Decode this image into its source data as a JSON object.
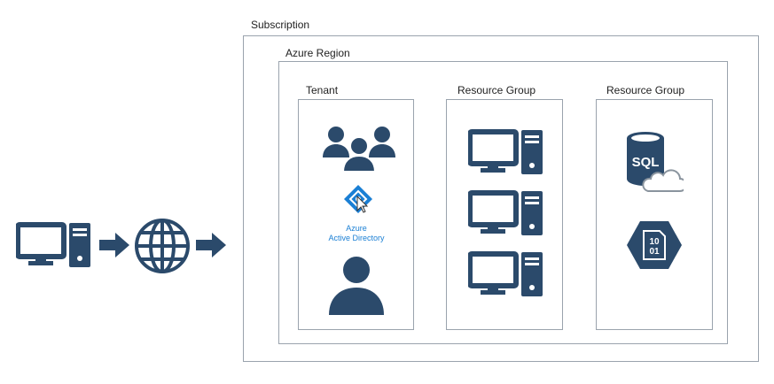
{
  "diagram": {
    "subscription_label": "Subscription",
    "region_label": "Azure Region",
    "tenant": {
      "label": "Tenant",
      "ad_line1": "Azure",
      "ad_line2": "Active Directory"
    },
    "resource_groups": [
      {
        "label": "Resource Group"
      },
      {
        "label": "Resource Group"
      }
    ],
    "sql_icon_text": "SQL",
    "binary_icon_text": [
      "10",
      "01"
    ],
    "colors": {
      "icon": "#2b4a6b",
      "azure_blue": "#1a7fd4",
      "border": "#9aa3ad"
    }
  }
}
